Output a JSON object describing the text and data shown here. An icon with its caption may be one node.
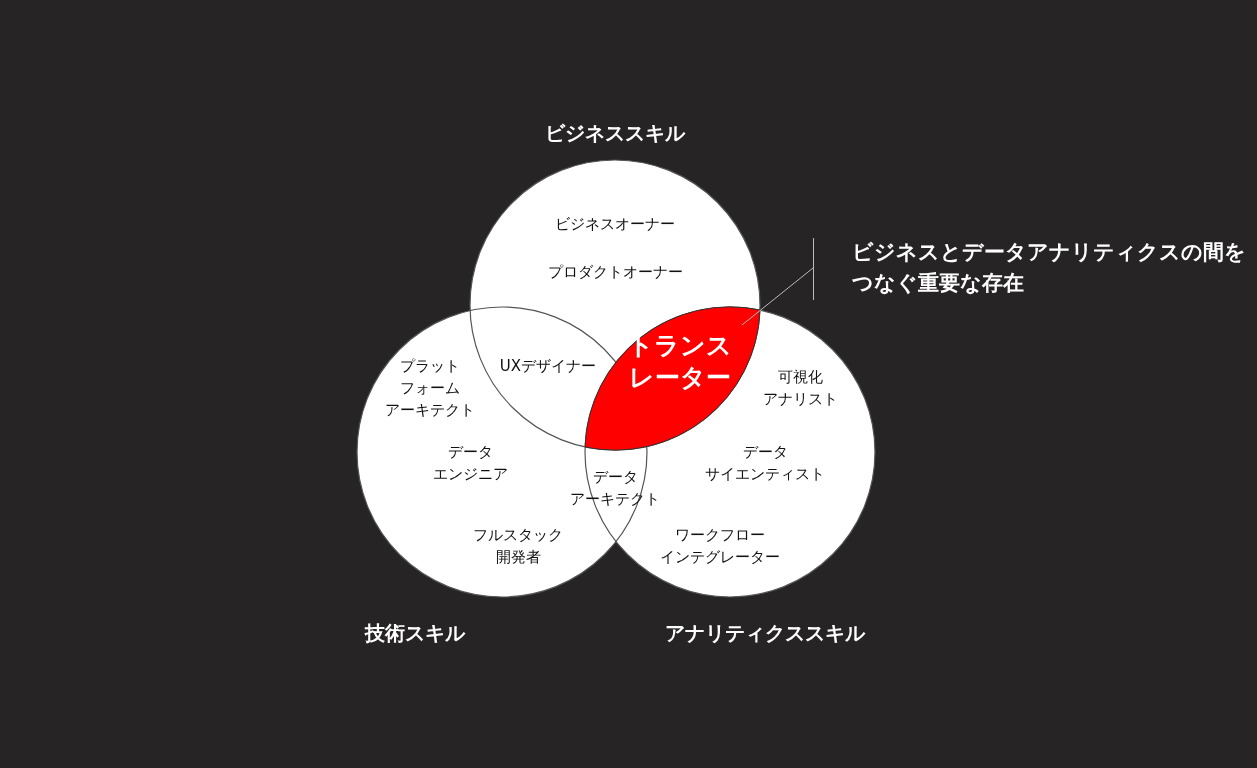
{
  "diagram": {
    "nodes": [
      {
        "text": [
          "ビジネススキル"
        ]
      },
      {
        "text": [
          "技術スキル"
        ]
      },
      {
        "text": [
          "アナリティクススキル"
        ]
      },
      {
        "text": [
          "トランスレーター"
        ]
      },
      {
        "text": [
          "ビジネスとデータアナリティクスの間をつなぐ重要な存在"
        ]
      }
    ],
    "edges": [
      {
        "from": 4,
        "to": 3,
        "arrow": "none"
      }
    ],
    "labels": [
      "ビジネスオーナー",
      "プロダクトオーナー",
      "プラットフォームアーキテクト",
      "UXデザイナー",
      "可視化アナリスト",
      "データエンジニア",
      "データアーキテクト",
      "データサイエンティスト",
      "フルスタック開発者",
      "ワークフローインテグレーター"
    ]
  }
}
